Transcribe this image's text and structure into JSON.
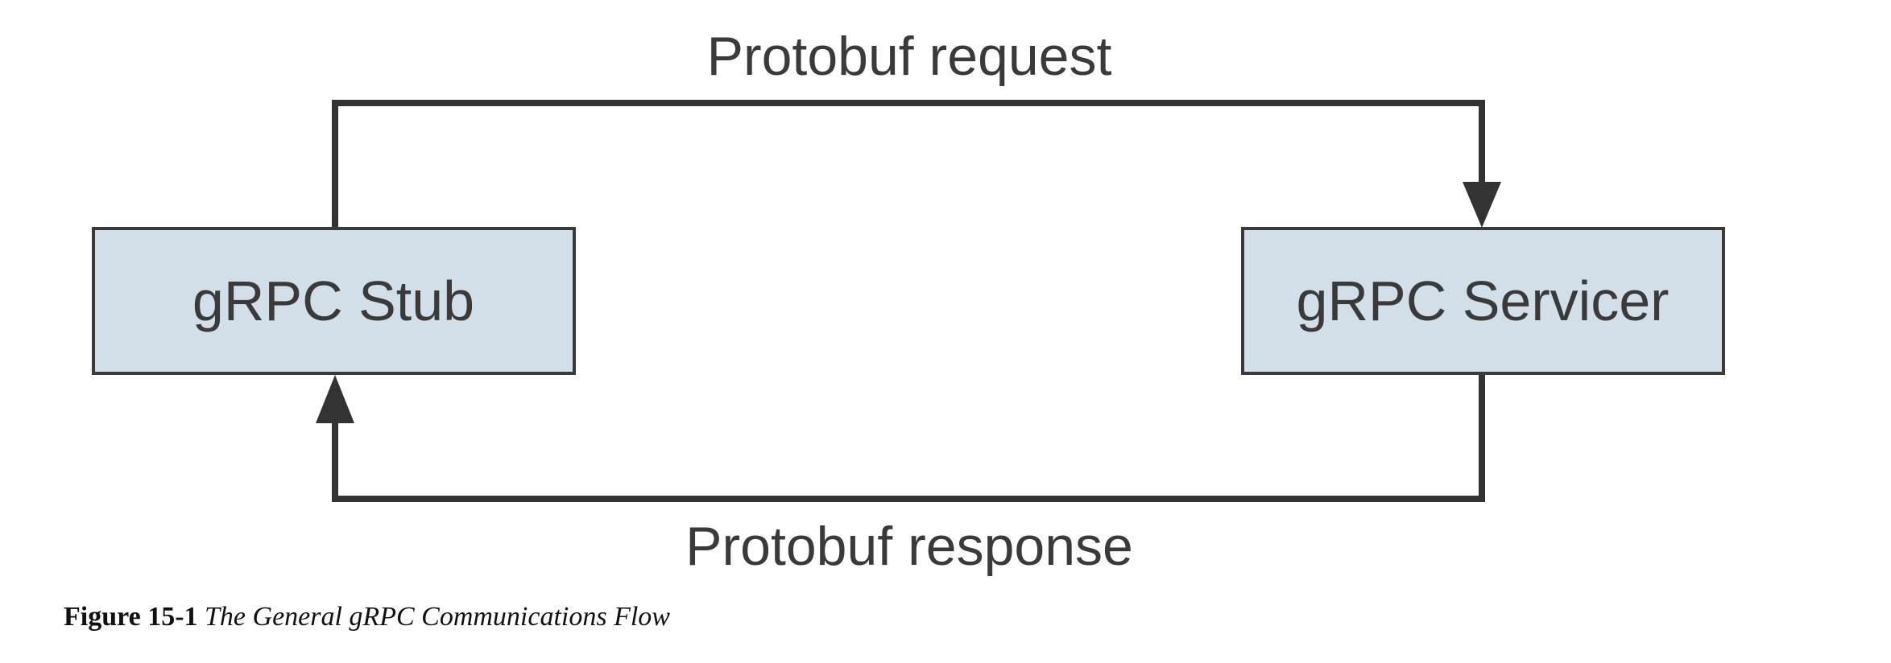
{
  "diagram": {
    "nodes": {
      "stub": {
        "label": "gRPC Stub"
      },
      "servicer": {
        "label": "gRPC Servicer"
      }
    },
    "edges": {
      "request": {
        "label": "Protobuf request"
      },
      "response": {
        "label": "Protobuf response"
      }
    },
    "colors": {
      "box_fill": "#d3dfe8",
      "box_stroke": "#3a3a3a",
      "line": "#333333",
      "text": "#3a3a3a"
    }
  },
  "caption": {
    "number": "Figure 15-1",
    "title": "The General gRPC Communications Flow"
  }
}
